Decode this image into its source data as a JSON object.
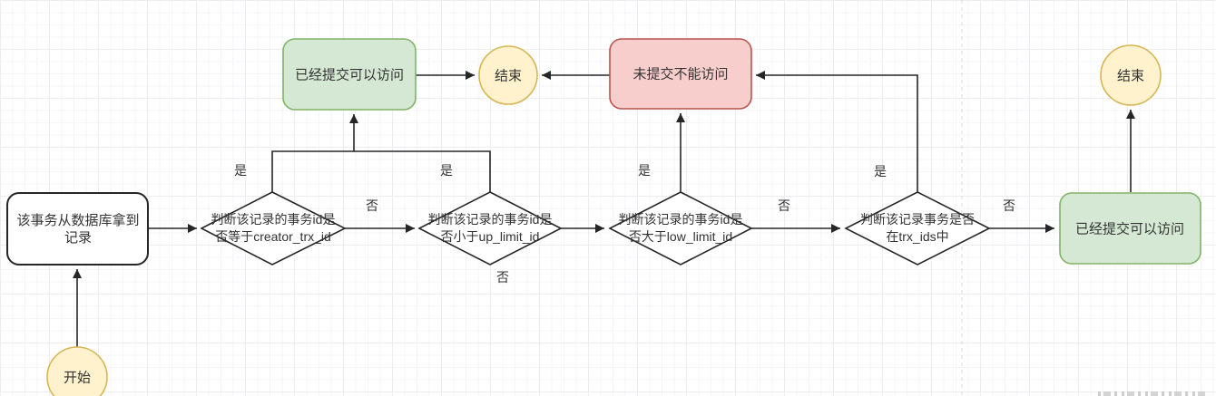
{
  "labels": {
    "yes": "是",
    "no": "否"
  },
  "nodes": {
    "start": {
      "label": "开始",
      "shape": "circle",
      "color": "yellow"
    },
    "fetch_record": {
      "line1": "该事务从数据库拿到",
      "line2": "记录",
      "shape": "rounded-rect",
      "color": "white"
    },
    "check_creator_trx_id": {
      "line1": "判断该记录的事务id是",
      "line2": "否等于creator_trx_id",
      "shape": "diamond",
      "color": "white"
    },
    "check_up_limit_id": {
      "line1": "判断该记录的事务id是",
      "line2": "否小于up_limit_id",
      "shape": "diamond",
      "color": "white"
    },
    "check_low_limit_id": {
      "line1": "判断该记录的事务id是",
      "line2": "否大于low_limit_id",
      "shape": "diamond",
      "color": "white"
    },
    "check_trx_ids": {
      "line1": "判断该记录事务是否",
      "line2": "在trx_ids中",
      "shape": "diamond",
      "color": "white"
    },
    "committed_accessible_left": {
      "label": "已经提交可以访问",
      "shape": "rounded-rect",
      "color": "green"
    },
    "not_committed_inaccessible": {
      "label": "未提交不能访问",
      "shape": "rounded-rect",
      "color": "red"
    },
    "end_left": {
      "label": "结束",
      "shape": "circle",
      "color": "yellow"
    },
    "committed_accessible_right": {
      "label": "已经提交可以访问",
      "shape": "rounded-rect",
      "color": "green"
    },
    "end_right": {
      "label": "结束",
      "shape": "circle",
      "color": "yellow"
    }
  },
  "edges": [
    {
      "from": "start",
      "to": "fetch_record",
      "label": ""
    },
    {
      "from": "fetch_record",
      "to": "check_creator_trx_id",
      "label": ""
    },
    {
      "from": "check_creator_trx_id",
      "to": "committed_accessible_left",
      "label": "是"
    },
    {
      "from": "check_creator_trx_id",
      "to": "check_up_limit_id",
      "label": "否"
    },
    {
      "from": "check_up_limit_id",
      "to": "committed_accessible_left",
      "label": "是"
    },
    {
      "from": "check_up_limit_id",
      "to": "check_low_limit_id",
      "label": "否"
    },
    {
      "from": "committed_accessible_left",
      "to": "end_left",
      "label": ""
    },
    {
      "from": "not_committed_inaccessible",
      "to": "end_left",
      "label": ""
    },
    {
      "from": "check_low_limit_id",
      "to": "not_committed_inaccessible",
      "label": "是"
    },
    {
      "from": "check_low_limit_id",
      "to": "check_trx_ids",
      "label": "否"
    },
    {
      "from": "check_trx_ids",
      "to": "not_committed_inaccessible",
      "label": "是"
    },
    {
      "from": "check_trx_ids",
      "to": "committed_accessible_right",
      "label": "否"
    },
    {
      "from": "committed_accessible_right",
      "to": "end_right",
      "label": ""
    }
  ],
  "colors": {
    "green_fill": "#d5e8d4",
    "green_border": "#82b366",
    "red_fill": "#f8cecc",
    "red_border": "#b85450",
    "yellow_fill": "#fff2cc",
    "yellow_border": "#d6b656",
    "node_border": "#262626",
    "text": "#333333",
    "grid_minor": "#f6f6f9",
    "grid_major": "#ececf1",
    "page_divider": "#d8d8d8"
  }
}
